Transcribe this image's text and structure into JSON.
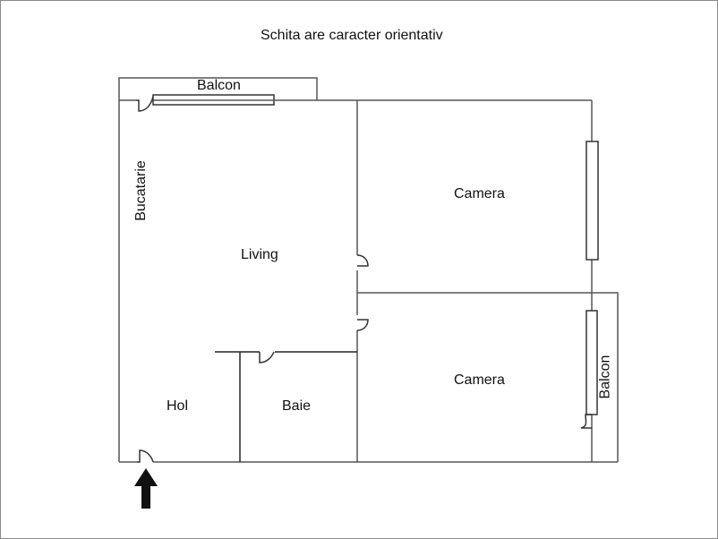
{
  "title": "Schita are caracter orientativ",
  "rooms": [
    {
      "id": "balcon-top",
      "label": "Balcon"
    },
    {
      "id": "bucatarie",
      "label": "Bucatarie"
    },
    {
      "id": "living",
      "label": "Living"
    },
    {
      "id": "camera-1",
      "label": "Camera"
    },
    {
      "id": "camera-2",
      "label": "Camera"
    },
    {
      "id": "hol",
      "label": "Hol"
    },
    {
      "id": "baie",
      "label": "Baie"
    },
    {
      "id": "balcon-right",
      "label": "Balcon"
    }
  ],
  "colors": {
    "wall": "#555555",
    "frame": "#8a8a8a",
    "arrow": "#111111",
    "background": "#ffffff"
  }
}
